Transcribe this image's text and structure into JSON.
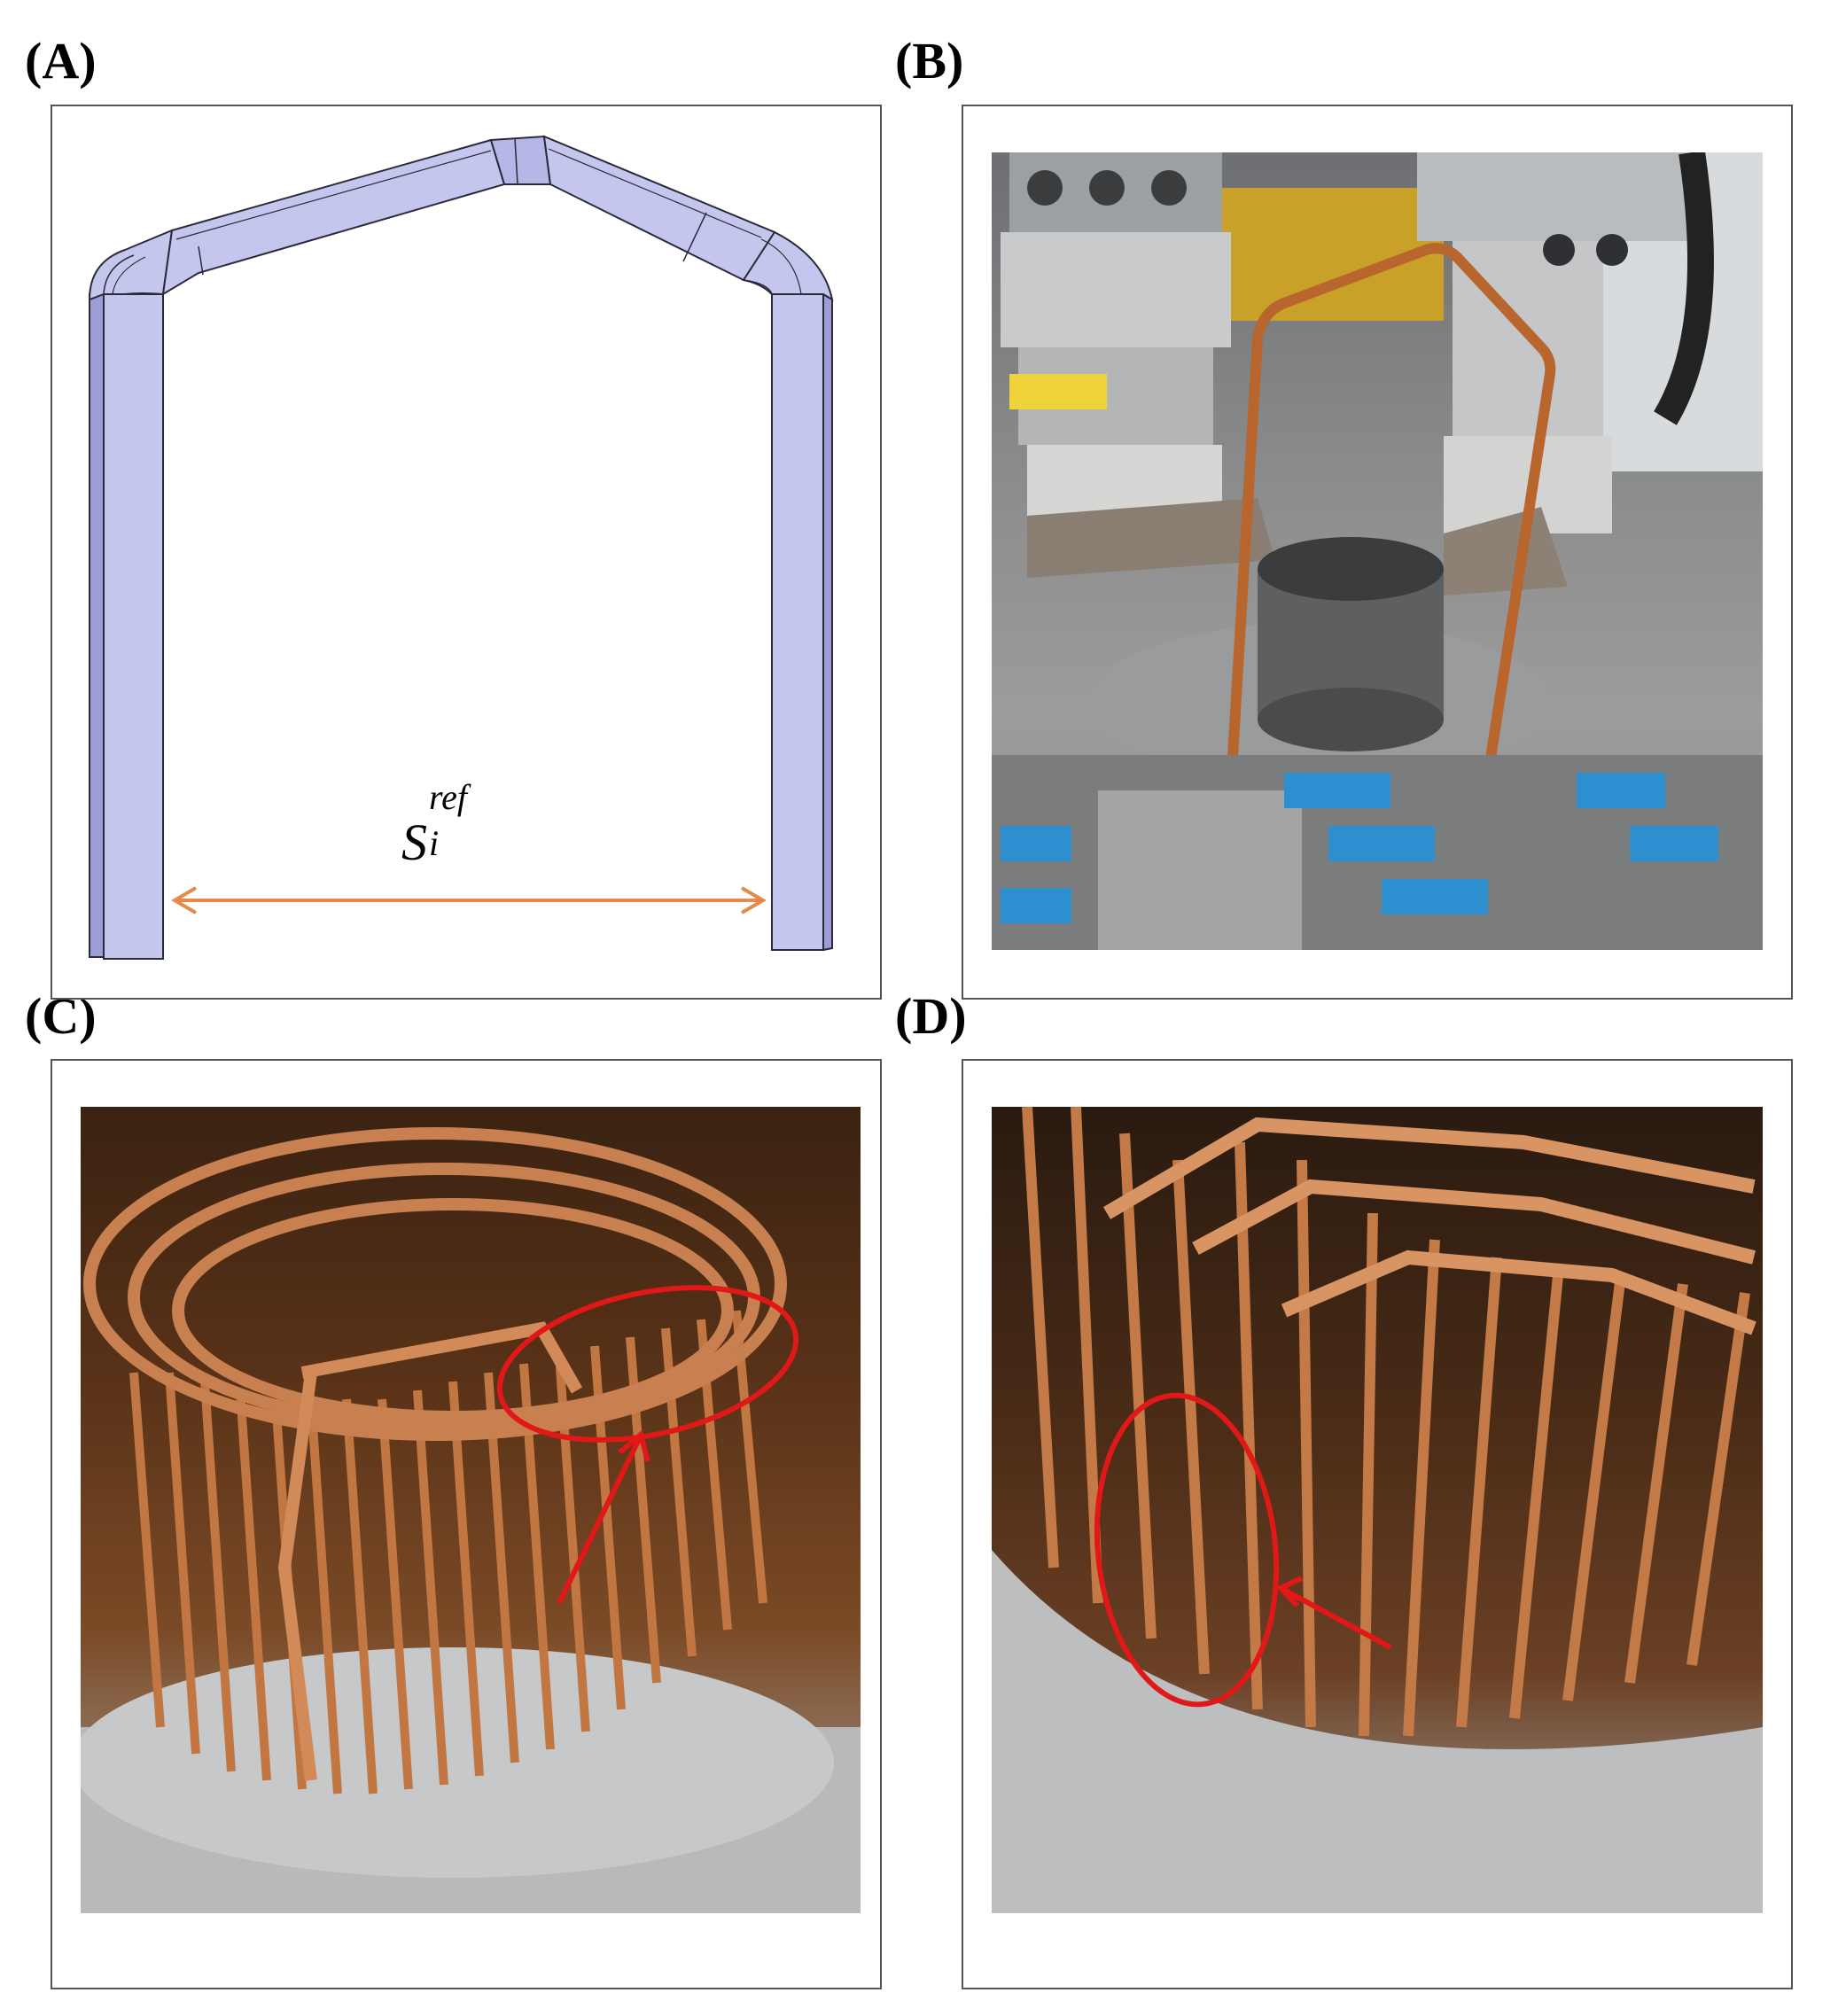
{
  "figure": {
    "panels": [
      {
        "id": "A",
        "label": "(A)",
        "kind": "drawing",
        "content": "hairpin conductor schematic"
      },
      {
        "id": "B",
        "label": "(B)",
        "kind": "photo",
        "content": "two grippers holding a copper hairpin above a stator"
      },
      {
        "id": "C",
        "label": "(C)",
        "kind": "photo",
        "content": "stator with twisted hairpin ends, one highlighted"
      },
      {
        "id": "D",
        "label": "(D)",
        "kind": "photo",
        "content": "close-up of hairpin legs, one highlighted"
      }
    ],
    "annotation_A": {
      "symbol": "S",
      "subscript": "i",
      "superscript": "ref"
    },
    "colors": {
      "hairpin_fill": "#c5c6ee",
      "hairpin_stroke": "#2a2a3a",
      "dimension_arrow": "#e8894a",
      "highlight": "#e01818",
      "copper": "#b8652e",
      "metal": "#b9bbbd"
    }
  }
}
